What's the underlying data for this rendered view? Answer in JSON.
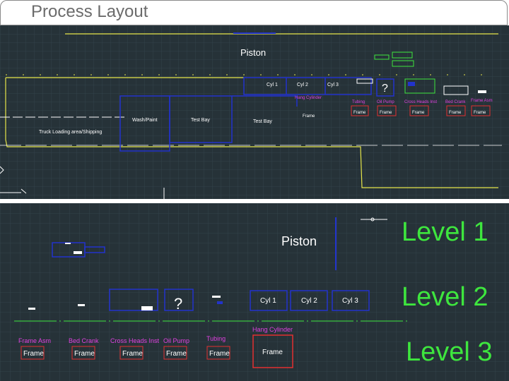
{
  "slide": {
    "title": "Process Layout"
  },
  "top_plan": {
    "piston_label": "Piston",
    "cylinders": [
      "Cyl 1",
      "Cyl 2",
      "Cyl 3"
    ],
    "hang_cylinder": "Hang Cylinder",
    "question_mark": "?",
    "stations": [
      "Tubing",
      "Oil Pump",
      "Cross Heads Inst",
      "Bed Crank",
      "Frame Asm"
    ],
    "frame": "Frame",
    "wash_paint": "Wash/Paint",
    "test_bay_1": "Test Bay",
    "test_bay_2": "Test Bay",
    "truck_loading": "Truck Loading area/Shipping"
  },
  "bottom_plan": {
    "piston_label": "Piston",
    "question_mark": "?",
    "cylinders": [
      "Cyl 1",
      "Cyl 2",
      "Cyl 3"
    ],
    "hang_cylinder": "Hang Cylinder",
    "stations": [
      "Frame Asm",
      "Bed Crank",
      "Cross Heads Inst",
      "Oil Pump",
      "Tubing"
    ],
    "frame": "Frame"
  },
  "levels": {
    "level_1": "Level 1",
    "level_2": "Level 2",
    "level_3": "Level 3"
  },
  "colors": {
    "cad_background": "#263238",
    "grid": "#33424a",
    "blue": "#2233cc",
    "yellow": "#e6e64a",
    "magenta": "#e040e0",
    "red": "#e23030",
    "white": "#ffffff",
    "green": "#3ee63e",
    "title_text": "#6b6b6b"
  }
}
